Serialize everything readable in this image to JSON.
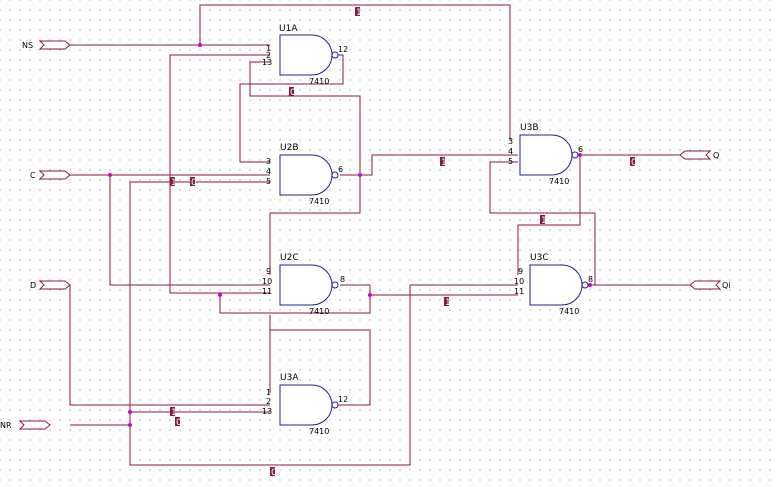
{
  "ports": {
    "ns": "NS",
    "c": "C",
    "d": "D",
    "nr": "NR",
    "q": "Q",
    "qi": "Qi"
  },
  "gates": {
    "u1a": {
      "ref": "U1A",
      "type": "7410",
      "p1": "1",
      "p2": "2",
      "p3": "13",
      "pout": "12"
    },
    "u2b": {
      "ref": "U2B",
      "type": "7410",
      "p1": "3",
      "p2": "4",
      "p3": "5",
      "pout": "6"
    },
    "u2c": {
      "ref": "U2C",
      "type": "7410",
      "p1": "9",
      "p2": "10",
      "p3": "11",
      "pout": "8"
    },
    "u3a": {
      "ref": "U3A",
      "type": "7410",
      "p1": "1",
      "p2": "2",
      "p3": "13",
      "pout": "12"
    },
    "u3b": {
      "ref": "U3B",
      "type": "7410",
      "p1": "3",
      "p2": "4",
      "p3": "5",
      "pout": "6"
    },
    "u3c": {
      "ref": "U3C",
      "type": "7410",
      "p1": "9",
      "p2": "10",
      "p3": "11",
      "pout": "8"
    }
  },
  "net_tags": {
    "t1": "1",
    "t2": "0",
    "t3": "1",
    "t4": "1",
    "t5": "0",
    "t6": "0",
    "t7": "1",
    "t8": "1",
    "t9": "1",
    "t10": "0",
    "t11": "0"
  },
  "colors": {
    "wire": "#8a1a3a",
    "gate": "#20208a",
    "junction": "#d000d0"
  }
}
